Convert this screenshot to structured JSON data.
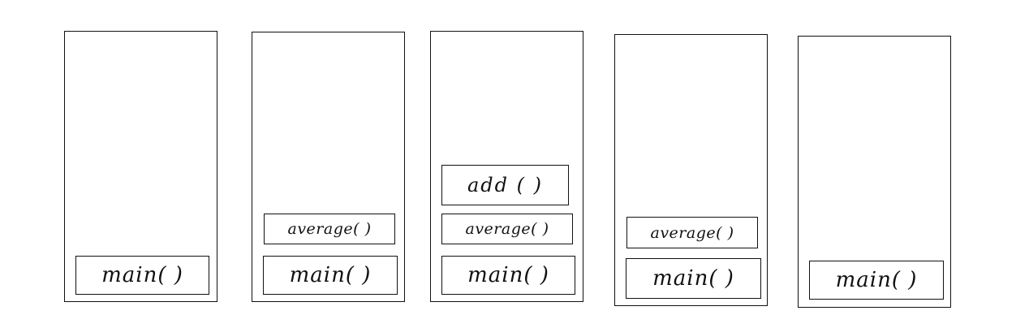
{
  "stacks": [
    {
      "frames": [
        {
          "label": "main( )"
        }
      ]
    },
    {
      "frames": [
        {
          "label": "average( )"
        },
        {
          "label": "main( )"
        }
      ]
    },
    {
      "frames": [
        {
          "label": "add ( )"
        },
        {
          "label": "average( )"
        },
        {
          "label": "main( )"
        }
      ]
    },
    {
      "frames": [
        {
          "label": "average( )"
        },
        {
          "label": "main( )"
        }
      ]
    },
    {
      "frames": [
        {
          "label": "main( )"
        }
      ]
    }
  ]
}
